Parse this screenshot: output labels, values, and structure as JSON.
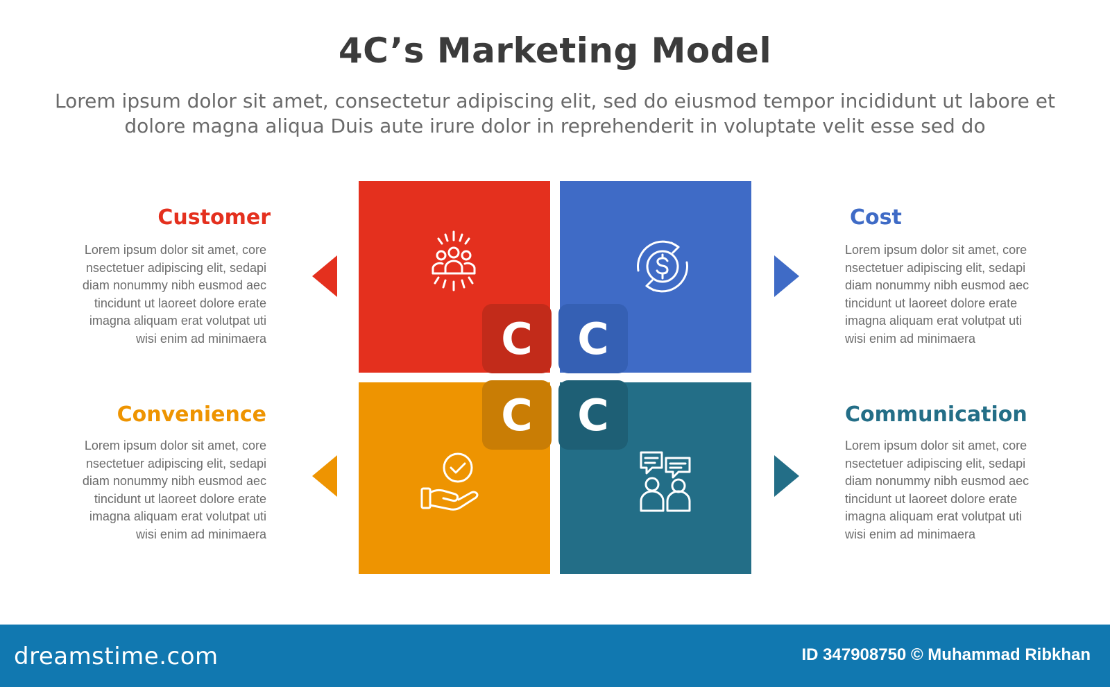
{
  "title": "4C’s Marketing Model",
  "subtitle": "Lorem ipsum dolor sit amet, consectetur adipiscing elit, sed do eiusmod tempor incididunt ut labore et dolore magna aliqua Duis aute irure dolor in reprehenderit in voluptate velit esse sed do",
  "items": [
    {
      "heading": "Customer",
      "color": "#e4301e",
      "letter": "C",
      "icon": "people-group-icon",
      "lines": [
        "Lorem ipsum dolor sit amet, core",
        "nsectetuer adipiscing elit, sedapi",
        "diam nonummy nibh eusmod aec",
        "tincidunt ut laoreet dolore erate",
        "imagna aliquam erat volutpat  uti",
        "wisi enim ad minimaera"
      ]
    },
    {
      "heading": "Cost",
      "color": "#3f6bc6",
      "letter": "C",
      "icon": "dollar-cycle-icon",
      "lines": [
        "Lorem ipsum dolor sit amet, core",
        "nsectetuer adipiscing elit, sedapi",
        "diam nonummy nibh eusmod aec",
        "tincidunt ut laoreet dolore erate",
        "imagna aliquam erat volutpat  uti",
        "wisi enim ad minimaera"
      ]
    },
    {
      "heading": "Convenience",
      "color": "#ee9401",
      "letter": "C",
      "icon": "hand-check-icon",
      "lines": [
        "Lorem ipsum dolor sit amet, core",
        "nsectetuer adipiscing elit, sedapi",
        "diam nonummy nibh eusmod aec",
        "tincidunt ut laoreet dolore erate",
        "imagna aliquam erat volutpat  uti",
        "wisi enim ad minimaera"
      ]
    },
    {
      "heading": "Communication",
      "color": "#236e87",
      "letter": "C",
      "icon": "chat-people-icon",
      "lines": [
        "Lorem ipsum dolor sit amet, core",
        "nsectetuer adipiscing elit, sedapi",
        "diam nonummy nibh eusmod aec",
        "tincidunt ut laoreet dolore erate",
        "imagna aliquam erat volutpat  uti",
        "wisi enim ad minimaera"
      ]
    }
  ],
  "footer": {
    "brand": "dreamstime.com",
    "credit": "ID 347908750 © Muhammad Ribkhan",
    "color": "#1178b0"
  }
}
